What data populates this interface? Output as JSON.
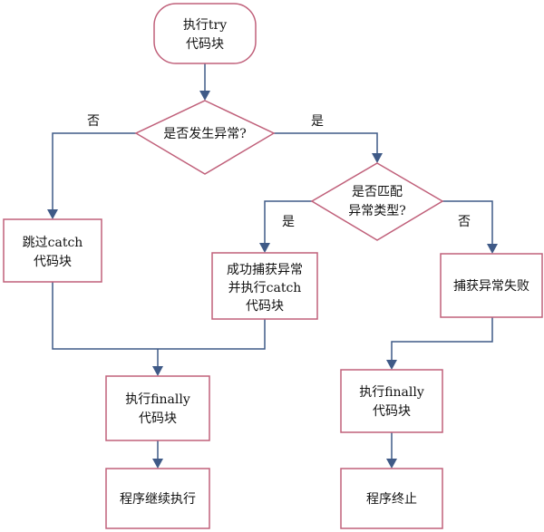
{
  "nodes": {
    "start": {
      "line1": "执行try",
      "line2": "代码块"
    },
    "decision_exception": {
      "label": "是否发生异常?"
    },
    "decision_match": {
      "line1": "是否匹配",
      "line2": "异常类型?"
    },
    "skip_catch": {
      "line1": "跳过catch",
      "line2": "代码块"
    },
    "catch_success": {
      "line1": "成功捕获异常",
      "line2": "并执行catch",
      "line3": "代码块"
    },
    "catch_fail": {
      "label": "捕获异常失败"
    },
    "finally_left": {
      "line1": "执行finally",
      "line2": "代码块"
    },
    "finally_right": {
      "line1": "执行finally",
      "line2": "代码块"
    },
    "continue": {
      "label": "程序继续执行"
    },
    "terminate": {
      "label": "程序终止"
    }
  },
  "edge_labels": {
    "exception_no": "否",
    "exception_yes": "是",
    "match_yes": "是",
    "match_no": "否"
  },
  "colors": {
    "shape_border": "#c0607a",
    "edge": "#3f5a87"
  }
}
